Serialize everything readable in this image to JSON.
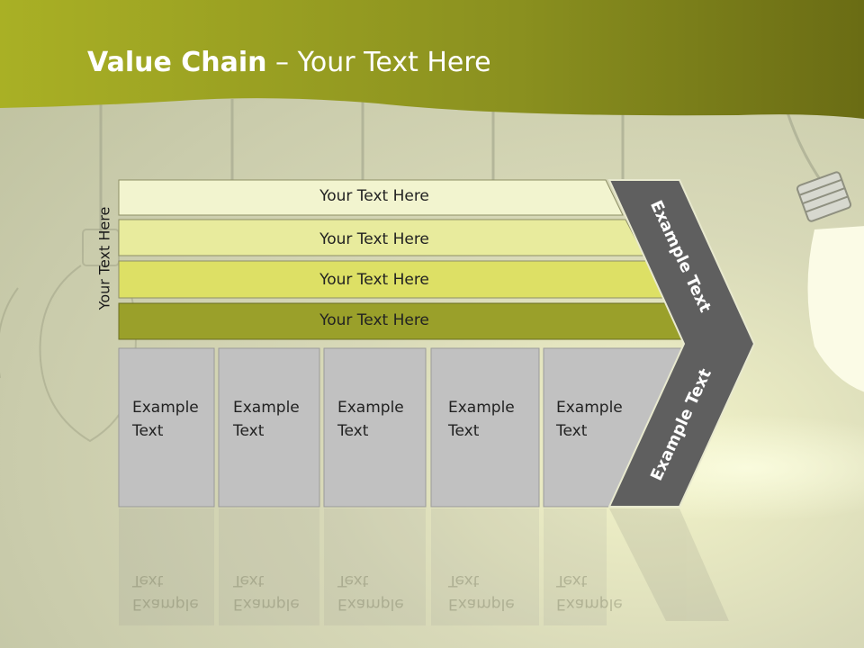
{
  "title": {
    "bold": "Value Chain",
    "rest": " – Your Text Here"
  },
  "side_label": "Your Text Here",
  "bars": [
    {
      "label": "Your Text Here",
      "color": "#f2f4cf"
    },
    {
      "label": "Your Text Here",
      "color": "#e8eb9d"
    },
    {
      "label": "Your Text Here",
      "color": "#dde065"
    },
    {
      "label": "Your Text Here",
      "color": "#9aa02a"
    }
  ],
  "boxes": [
    {
      "line1": "Example",
      "line2": "Text"
    },
    {
      "line1": "Example",
      "line2": "Text"
    },
    {
      "line1": "Example",
      "line2": "Text"
    },
    {
      "line1": "Example",
      "line2": "Text"
    },
    {
      "line1": "Example",
      "line2": "Text"
    }
  ],
  "chevron_labels": {
    "upper": "Example Text",
    "lower": "Example Text"
  },
  "colors": {
    "header": "#8e9520",
    "chevron": "#5f5f5f",
    "box": "#c1c1c1",
    "box_border": "#9a9a9a"
  },
  "icons": [
    "light-bulb-icon"
  ]
}
